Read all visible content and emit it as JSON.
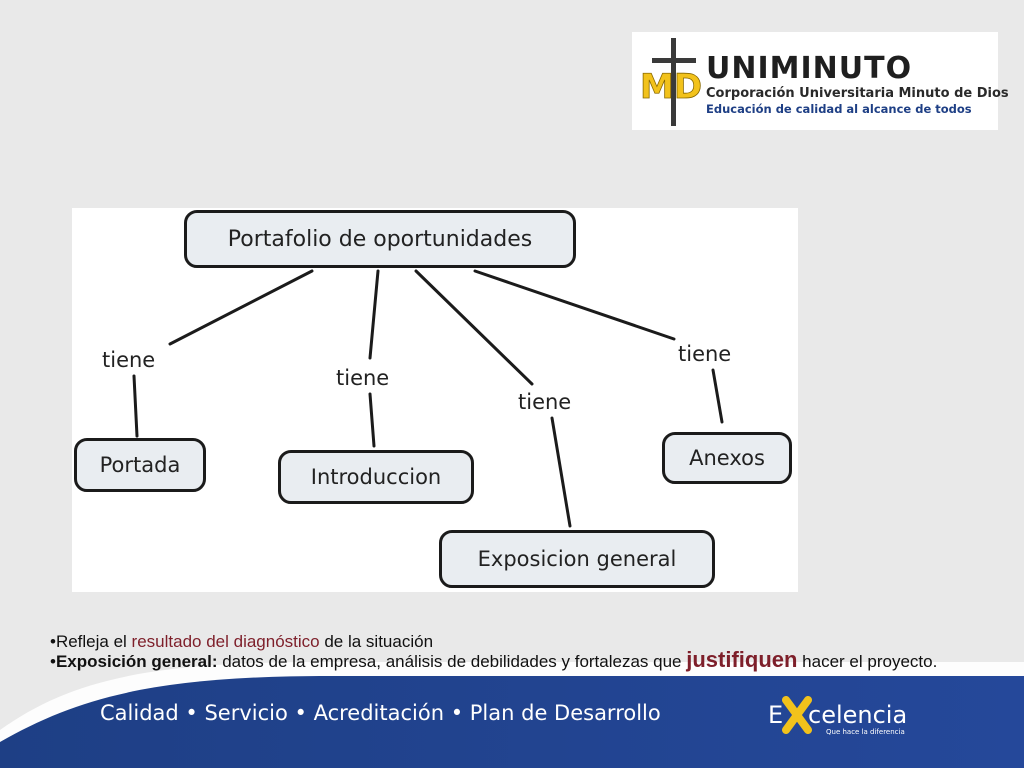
{
  "logo": {
    "monogram": "MD",
    "title": "UNIMINUTO",
    "subtitle": "Corporación Universitaria Minuto de Dios",
    "tagline": "Educación de calidad al alcance de todos"
  },
  "diagram": {
    "root": "Portafolio de oportunidades",
    "children": [
      {
        "label": "tiene",
        "node": "Portada"
      },
      {
        "label": "tiene",
        "node": "Introduccion"
      },
      {
        "label": "tiene",
        "node": "Exposicion general"
      },
      {
        "label": "tiene",
        "node": "Anexos"
      }
    ]
  },
  "bullets": {
    "b1_prefix": "•Refleja el ",
    "b1_highlight": "resultado del diagnóstico",
    "b1_suffix": " de la situación",
    "b2_prefix": "•",
    "b2_bold": "Exposición general:",
    "b2_text": "  datos de la empresa, análisis de debilidades y fortalezas que ",
    "b2_highlight": "justifiquen",
    "b2_suffix": " hacer el proyecto."
  },
  "footer": {
    "tagline": "Calidad  •  Servicio  •  Acreditación  •  Plan de Desarrollo",
    "brand_e": "E",
    "brand_word": "celencia",
    "brand_slogan": "Que hace la diferencia"
  },
  "colors": {
    "slide_background": "#e9e9e9",
    "footer_band": "#1e3f85",
    "node_fill": "#e9edf1",
    "accent_yellow": "#f2c21b",
    "highlight_text": "#7e1f2a"
  }
}
